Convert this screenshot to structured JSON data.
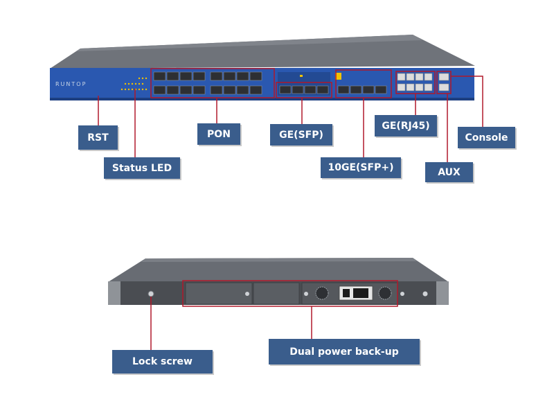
{
  "front_panel": {
    "brand": "RUNTOP",
    "labels": {
      "rst": "RST",
      "status_led": "Status LED",
      "pon": "PON",
      "ge_sfp": "GE(SFP)",
      "ge_rj45": "GE(RJ45)",
      "console": "Console",
      "aux": "AUX",
      "ten_ge_sfp": "10GE(SFP+)"
    }
  },
  "rear_panel": {
    "labels": {
      "lock_screw": "Lock screw",
      "dual_power": "Dual power back-up"
    }
  },
  "colors": {
    "label_bg": "#3a5d8c",
    "callout": "#b0182a",
    "front_blue": "#2a58b0"
  }
}
